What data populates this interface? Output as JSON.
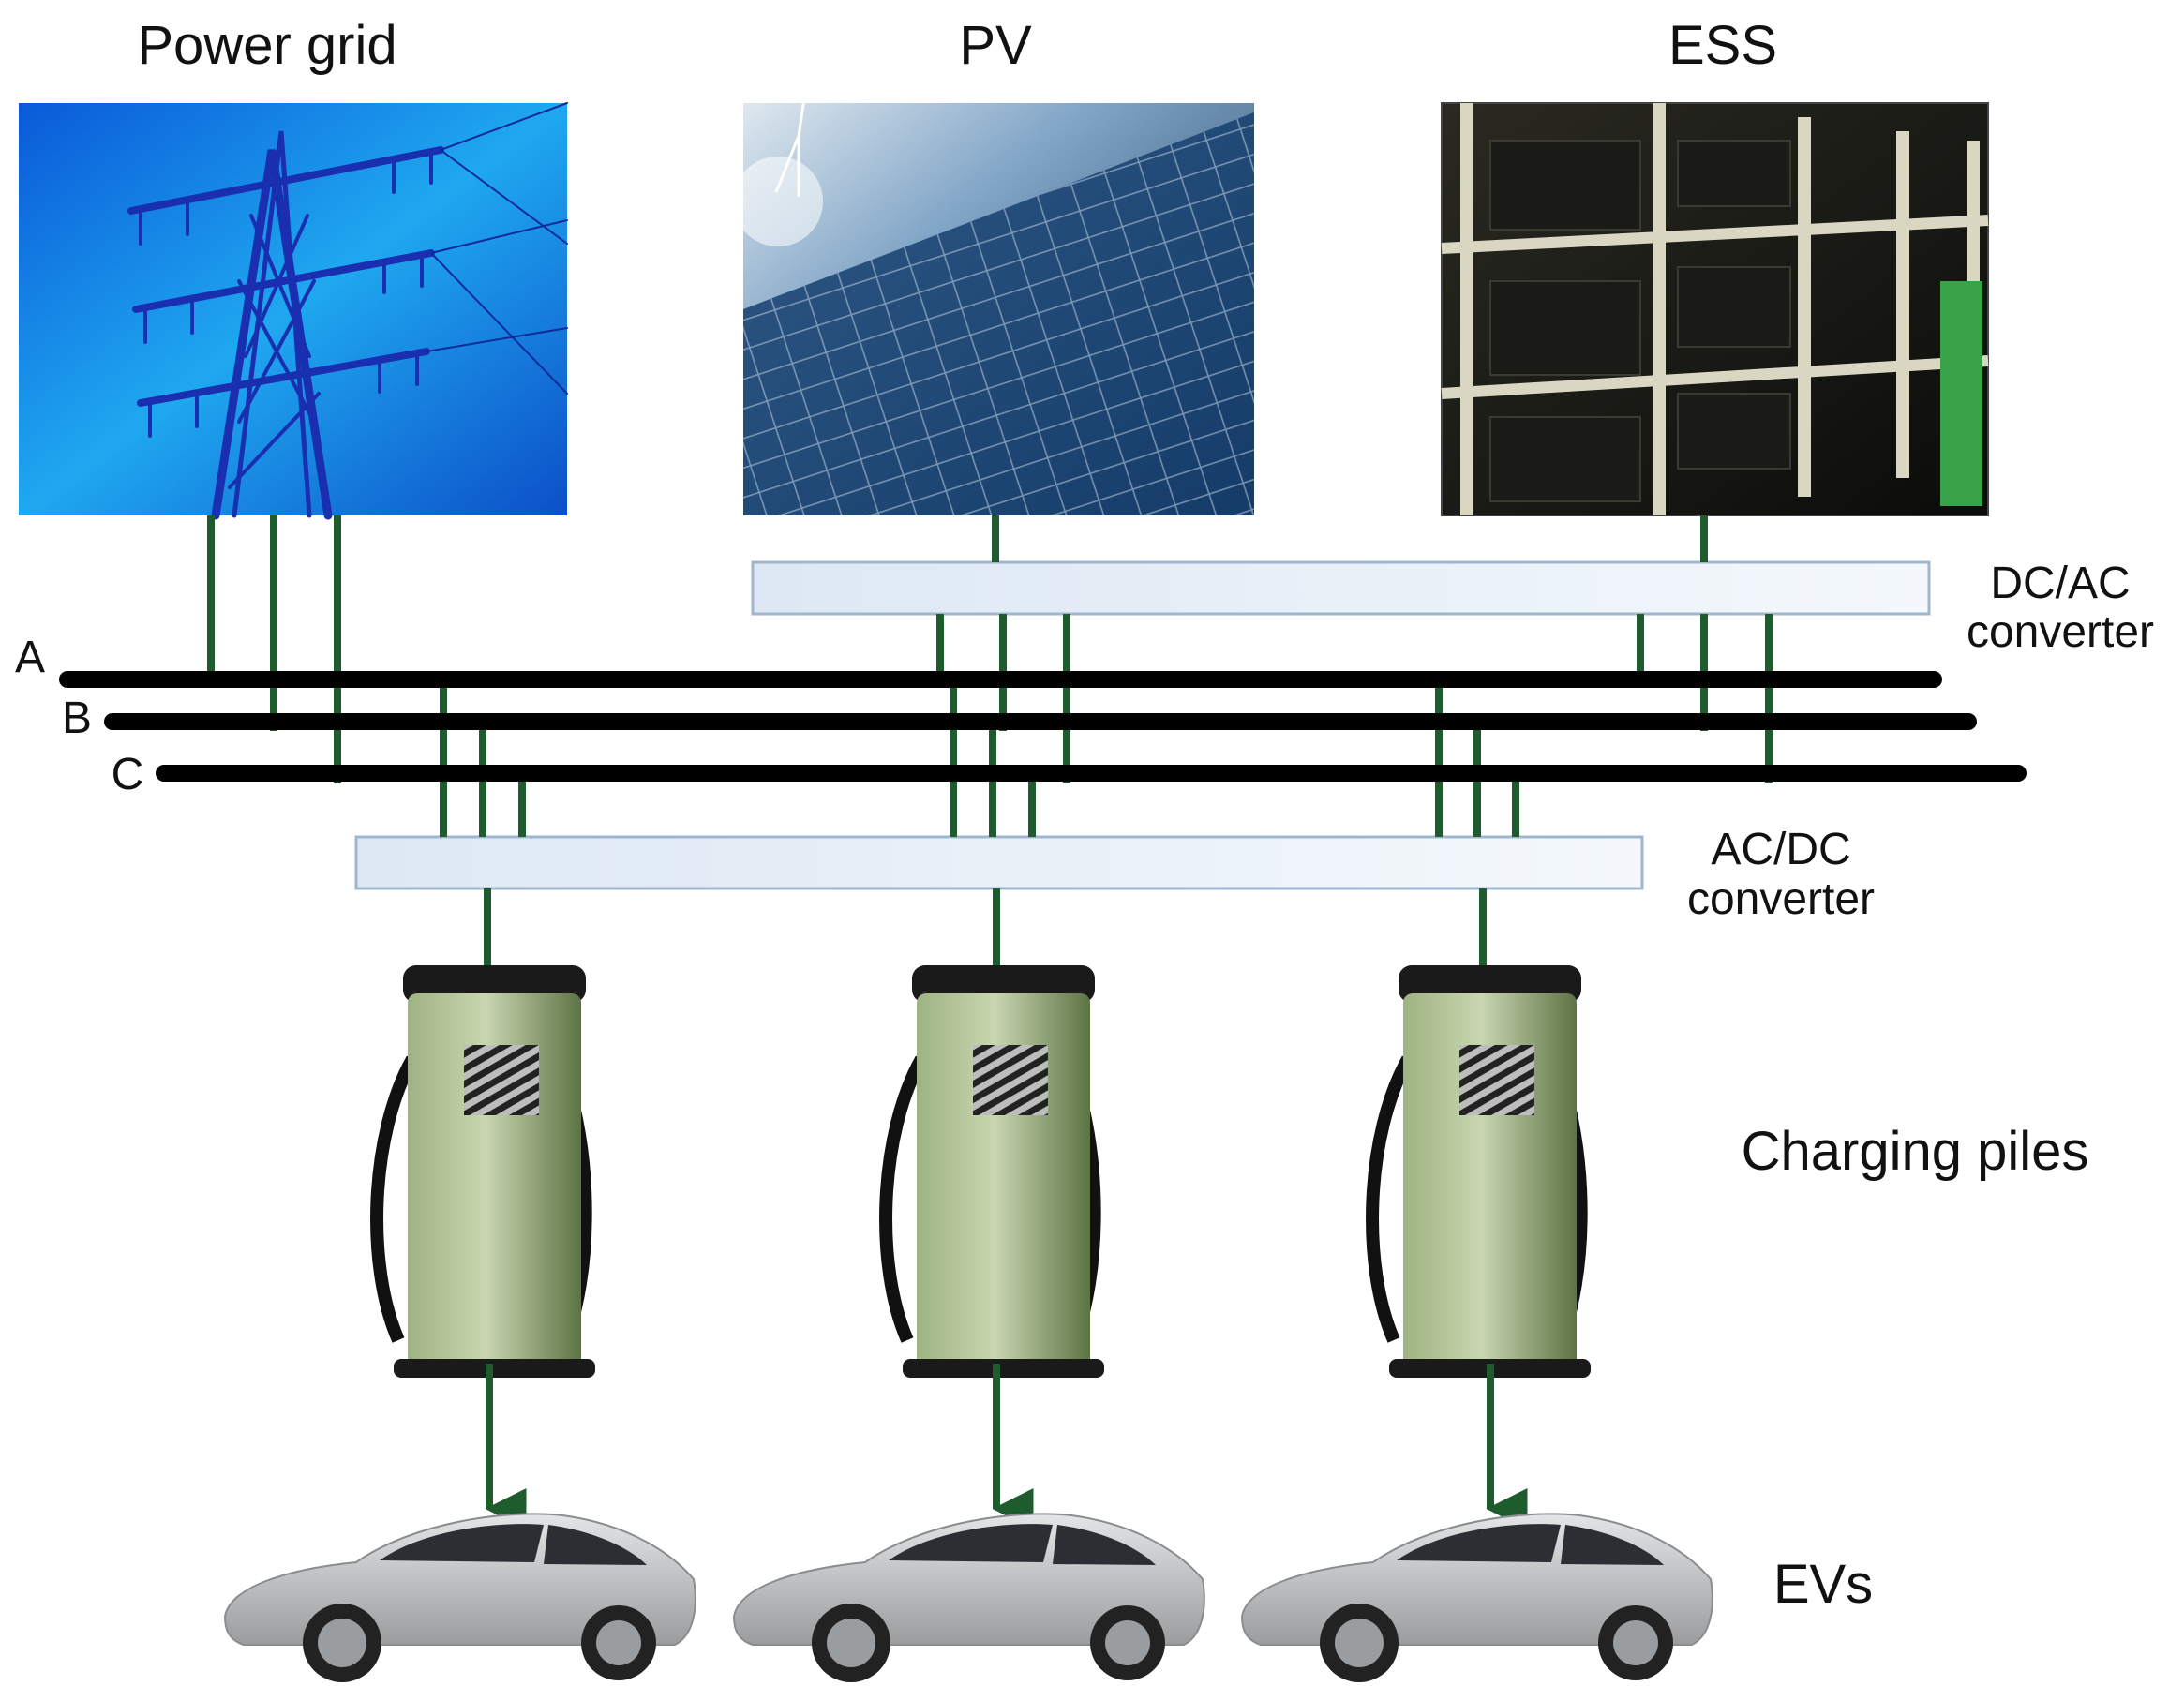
{
  "sources": {
    "grid_title": "Power grid",
    "pv_title": "PV",
    "ess_title": "ESS"
  },
  "converters": {
    "dcac_line1": "DC/AC",
    "dcac_line2": "converter",
    "acdc_line1": "AC/DC",
    "acdc_line2": "converter"
  },
  "buses": {
    "a": "A",
    "b": "B",
    "c": "C"
  },
  "loads": {
    "piles_label": "Charging piles",
    "evs_label": "EVs"
  },
  "colors": {
    "wire": "#1e5c2e",
    "bus": "#000000",
    "converter_fill": "#e9f1f9",
    "converter_stroke": "#9fb6cc",
    "pile_body": "#7f9a5e",
    "car_body": "#c9cbcc"
  }
}
